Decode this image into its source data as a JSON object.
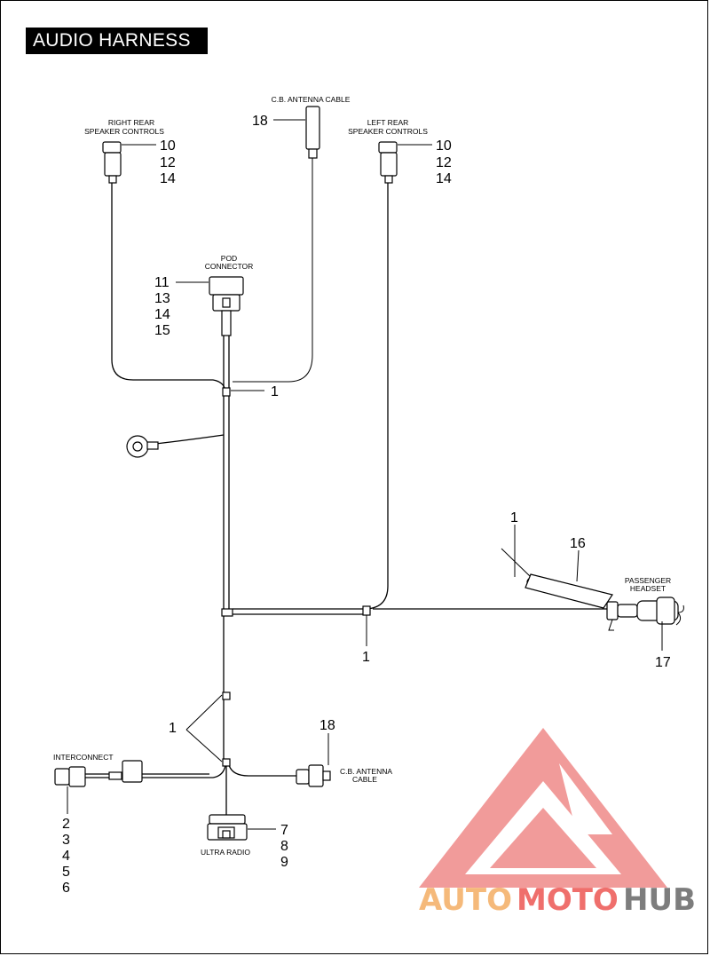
{
  "title": "AUDIO HARNESS",
  "labels": {
    "right_rear": [
      "RIGHT REAR",
      "SPEAKER CONTROLS"
    ],
    "cb_antenna_top": "C.B. ANTENNA CABLE",
    "left_rear": [
      "LEFT REAR",
      "SPEAKER CONTROLS"
    ],
    "pod": [
      "POD",
      "CONNECTOR"
    ],
    "passenger": [
      "PASSENGER",
      "HEADSET"
    ],
    "interconnect": "INTERCONNECT",
    "cb_antenna_bottom": [
      "C.B. ANTENNA",
      "CABLE"
    ],
    "ultra_radio": "ULTRA  RADIO"
  },
  "callouts": {
    "right_rear": [
      "10",
      "12",
      "14"
    ],
    "cb_top": "18",
    "left_rear": [
      "10",
      "12",
      "14"
    ],
    "pod": [
      "11",
      "13",
      "14",
      "15"
    ],
    "clip_upper": "1",
    "clip_passenger": "1",
    "sleeve": "16",
    "clip_junction": "1",
    "passenger_headset": "17",
    "clips_lower": "1",
    "cb_bottom": "18",
    "ultra_radio": [
      "7",
      "8",
      "9"
    ],
    "interconnect": [
      "2",
      "3",
      "4",
      "5",
      "6"
    ]
  },
  "watermark": {
    "part1": "AUTO",
    "part2": "MOTO",
    "part3": "HUB",
    "color_light": "#f5b97a",
    "color_red": "#ef6f6c",
    "color_grey": "#7d7d7d"
  }
}
